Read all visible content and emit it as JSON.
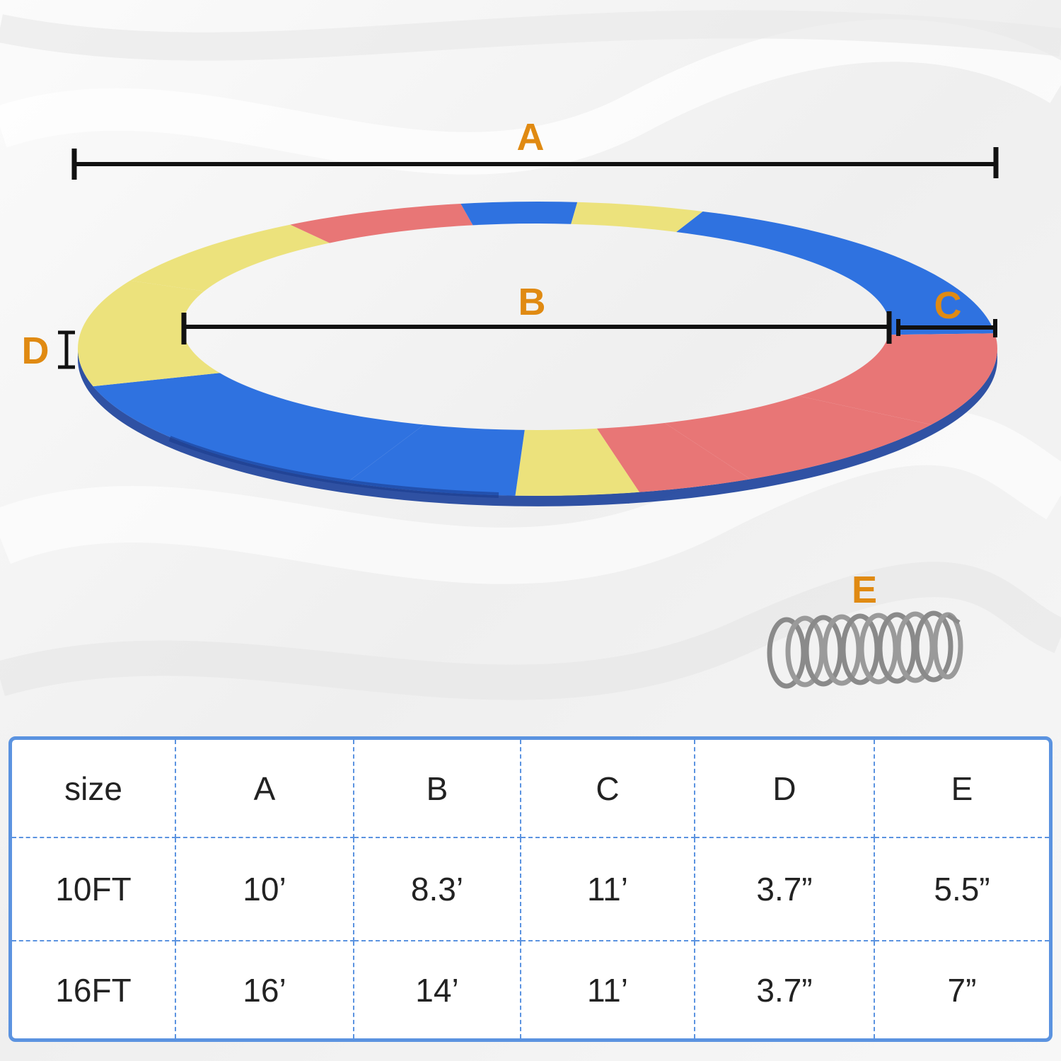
{
  "diagram": {
    "labels": {
      "a": "A",
      "b": "B",
      "c": "C",
      "d": "D",
      "e": "E"
    },
    "colors": {
      "yellow": "#ece27c",
      "blue": "#2f72e0",
      "pink": "#e87676",
      "label_orange": "#e08a12",
      "table_border": "#5b93e0"
    },
    "icons": [
      "trampoline-pad-ring",
      "spring-icon",
      "dimension-arrow"
    ]
  },
  "table": {
    "headers": [
      "size",
      "A",
      "B",
      "C",
      "D",
      "E"
    ],
    "rows": [
      [
        "10FT",
        "10’",
        "8.3’",
        "11’",
        "3.7”",
        "5.5”"
      ],
      [
        "16FT",
        "16’",
        "14’",
        "11’",
        "3.7”",
        "7”"
      ]
    ]
  }
}
